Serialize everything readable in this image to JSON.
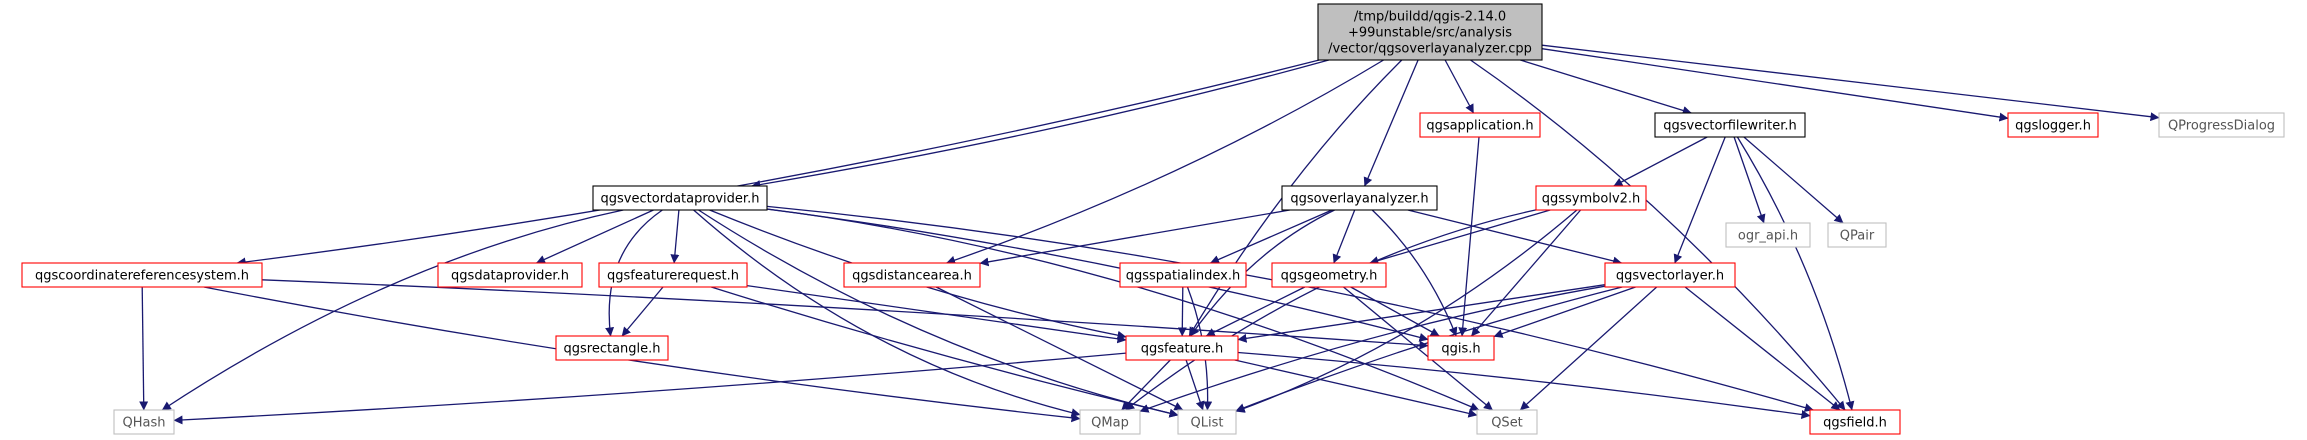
{
  "graph": {
    "nodes": [
      {
        "id": "root",
        "kind": "root",
        "lines": [
          "/tmp/buildd/qgis-2.14.0",
          "+99unstable/src/analysis",
          "/vector/qgsoverlayanalyzer.cpp"
        ]
      },
      {
        "id": "qgsapplication",
        "kind": "undoc",
        "lines": [
          "qgsapplication.h"
        ]
      },
      {
        "id": "qgsvectorfilewriter",
        "kind": "doc",
        "lines": [
          "qgsvectorfilewriter.h"
        ]
      },
      {
        "id": "qgslogger",
        "kind": "undoc",
        "lines": [
          "qgslogger.h"
        ]
      },
      {
        "id": "qprogressdialog",
        "kind": "ext",
        "lines": [
          "QProgressDialog"
        ]
      },
      {
        "id": "qgsvectordataprovider",
        "kind": "doc",
        "lines": [
          "qgsvectordataprovider.h"
        ]
      },
      {
        "id": "qgsoverlayanalyzer",
        "kind": "doc",
        "lines": [
          "qgsoverlayanalyzer.h"
        ]
      },
      {
        "id": "qgssymbolv2",
        "kind": "undoc",
        "lines": [
          "qgssymbolv2.h"
        ]
      },
      {
        "id": "ograpi",
        "kind": "ext",
        "lines": [
          "ogr_api.h"
        ]
      },
      {
        "id": "qpair",
        "kind": "ext",
        "lines": [
          "QPair"
        ]
      },
      {
        "id": "qgscrs",
        "kind": "undoc",
        "lines": [
          "qgscoordinatereferencesystem.h"
        ]
      },
      {
        "id": "qgsdataprovider",
        "kind": "undoc",
        "lines": [
          "qgsdataprovider.h"
        ]
      },
      {
        "id": "qgsfeaturerequest",
        "kind": "undoc",
        "lines": [
          "qgsfeaturerequest.h"
        ]
      },
      {
        "id": "qgsdistancearea",
        "kind": "undoc",
        "lines": [
          "qgsdistancearea.h"
        ]
      },
      {
        "id": "qgsspatialindex",
        "kind": "undoc",
        "lines": [
          "qgsspatialindex.h"
        ]
      },
      {
        "id": "qgsgeometry",
        "kind": "undoc",
        "lines": [
          "qgsgeometry.h"
        ]
      },
      {
        "id": "qgsvectorlayer",
        "kind": "undoc",
        "lines": [
          "qgsvectorlayer.h"
        ]
      },
      {
        "id": "qgsrectangle",
        "kind": "undoc",
        "lines": [
          "qgsrectangle.h"
        ]
      },
      {
        "id": "qgsfeature",
        "kind": "undoc",
        "lines": [
          "qgsfeature.h"
        ]
      },
      {
        "id": "qgis",
        "kind": "undoc",
        "lines": [
          "qgis.h"
        ]
      },
      {
        "id": "qhash",
        "kind": "ext",
        "lines": [
          "QHash"
        ]
      },
      {
        "id": "qmap",
        "kind": "ext",
        "lines": [
          "QMap"
        ]
      },
      {
        "id": "qlist",
        "kind": "ext",
        "lines": [
          "QList"
        ]
      },
      {
        "id": "qset",
        "kind": "ext",
        "lines": [
          "QSet"
        ]
      },
      {
        "id": "qgsfield",
        "kind": "undoc",
        "lines": [
          "qgsfield.h"
        ]
      }
    ],
    "edges": [
      [
        "root",
        "qgsapplication"
      ],
      [
        "root",
        "qgsvectorfilewriter"
      ],
      [
        "root",
        "qgslogger"
      ],
      [
        "root",
        "qprogressdialog"
      ],
      [
        "root",
        "qgsvectordataprovider"
      ],
      [
        "root",
        "qgsoverlayanalyzer"
      ],
      [
        "root",
        "qgscrs"
      ],
      [
        "root",
        "qgsdistancearea"
      ],
      [
        "root",
        "qgsfeature"
      ],
      [
        "root",
        "qgsfield"
      ],
      [
        "qgsapplication",
        "qgis"
      ],
      [
        "qgsvectorfilewriter",
        "qgssymbolv2"
      ],
      [
        "qgsvectorfilewriter",
        "ograpi"
      ],
      [
        "qgsvectorfilewriter",
        "qpair"
      ],
      [
        "qgsvectorfilewriter",
        "qgsvectorlayer"
      ],
      [
        "qgsvectorfilewriter",
        "qgsfield"
      ],
      [
        "qgsvectordataprovider",
        "qhash"
      ],
      [
        "qgsvectordataprovider",
        "qgsdataprovider"
      ],
      [
        "qgsvectordataprovider",
        "qgsfeaturerequest"
      ],
      [
        "qgsvectordataprovider",
        "qgsrectangle"
      ],
      [
        "qgsvectordataprovider",
        "qgsfeature"
      ],
      [
        "qgsvectordataprovider",
        "qgis"
      ],
      [
        "qgsvectordataprovider",
        "qmap"
      ],
      [
        "qgsvectordataprovider",
        "qlist"
      ],
      [
        "qgsvectordataprovider",
        "qset"
      ],
      [
        "qgsvectordataprovider",
        "qgsfield"
      ],
      [
        "qgsoverlayanalyzer",
        "qgsdistancearea"
      ],
      [
        "qgsoverlayanalyzer",
        "qgsspatialindex"
      ],
      [
        "qgsoverlayanalyzer",
        "qgsgeometry"
      ],
      [
        "qgsoverlayanalyzer",
        "qgsvectorlayer"
      ],
      [
        "qgsoverlayanalyzer",
        "qgsfeature"
      ],
      [
        "qgsoverlayanalyzer",
        "qgis"
      ],
      [
        "qgssymbolv2",
        "qgsgeometry"
      ],
      [
        "qgssymbolv2",
        "qgis"
      ],
      [
        "qgssymbolv2",
        "qmap"
      ],
      [
        "qgssymbolv2",
        "qlist"
      ],
      [
        "qgscrs",
        "qhash"
      ],
      [
        "qgscrs",
        "qgis"
      ],
      [
        "qgscrs",
        "qmap"
      ],
      [
        "qgsfeaturerequest",
        "qgsrectangle"
      ],
      [
        "qgsfeaturerequest",
        "qgsfeature"
      ],
      [
        "qgsfeaturerequest",
        "qlist"
      ],
      [
        "qgsdistancearea",
        "qlist"
      ],
      [
        "qgsspatialindex",
        "qgsfeature"
      ],
      [
        "qgsspatialindex",
        "qlist"
      ],
      [
        "qgsgeometry",
        "qgsfeature"
      ],
      [
        "qgsgeometry",
        "qgis"
      ],
      [
        "qgsgeometry",
        "qset"
      ],
      [
        "qgsvectorlayer",
        "qgsfeature"
      ],
      [
        "qgsvectorlayer",
        "qgis"
      ],
      [
        "qgsvectorlayer",
        "qmap"
      ],
      [
        "qgsvectorlayer",
        "qlist"
      ],
      [
        "qgsvectorlayer",
        "qset"
      ],
      [
        "qgsvectorlayer",
        "qgsfield"
      ],
      [
        "qgsfeature",
        "qhash"
      ],
      [
        "qgsfeature",
        "qmap"
      ],
      [
        "qgsfeature",
        "qlist"
      ],
      [
        "qgsfeature",
        "qset"
      ],
      [
        "qgsfeature",
        "qgsfield"
      ]
    ]
  }
}
